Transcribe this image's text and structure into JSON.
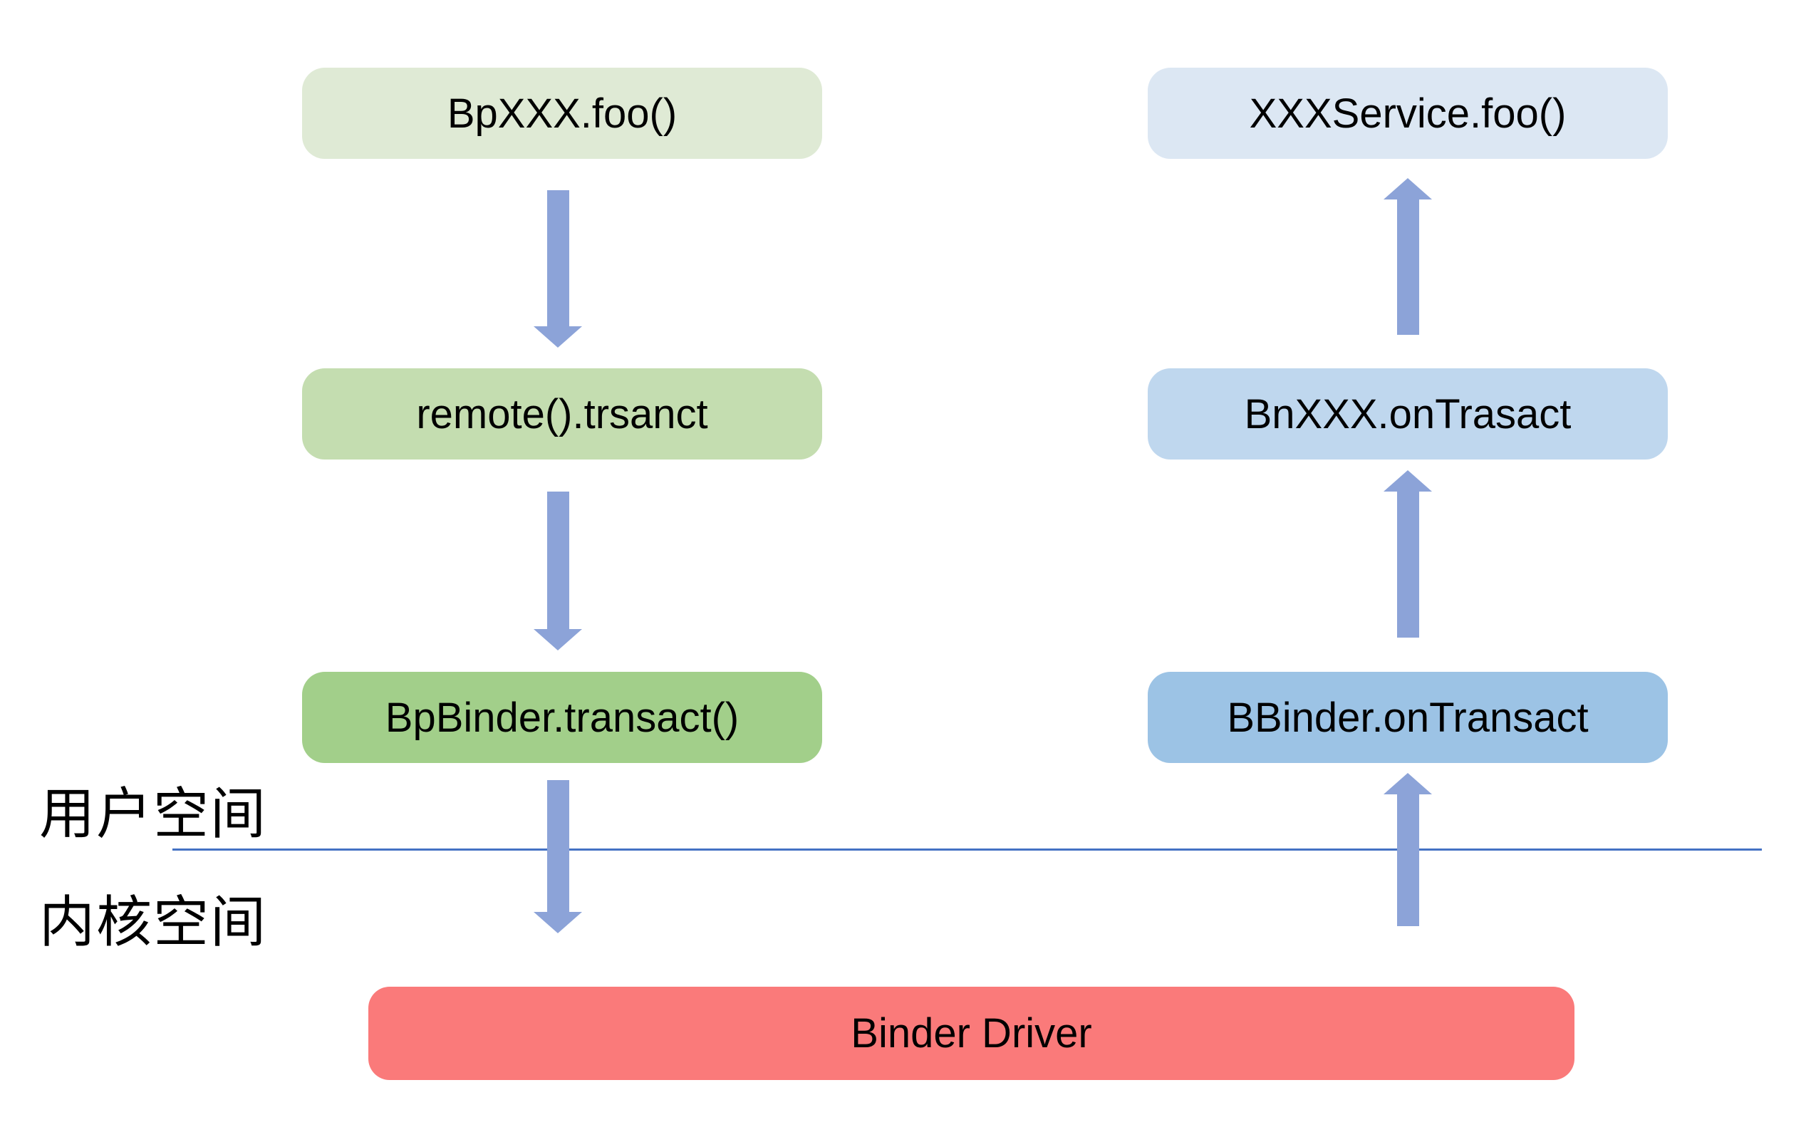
{
  "colors": {
    "arrow": "#8ca3d8",
    "divider": "#4472c4"
  },
  "left_flow": {
    "boxes": [
      {
        "label": "BpXXX.foo()",
        "fill": "#dfead5"
      },
      {
        "label": "remote().trsanct",
        "fill": "#c4ddb0"
      },
      {
        "label": "BpBinder.transact()",
        "fill": "#a2cf8a"
      }
    ]
  },
  "right_flow": {
    "boxes": [
      {
        "label": "XXXService.foo()",
        "fill": "#dce7f3"
      },
      {
        "label": "BnXXX.onTrasact",
        "fill": "#bfd7ee"
      },
      {
        "label": "BBinder.onTransact",
        "fill": "#9cc3e5"
      }
    ]
  },
  "driver": {
    "label": "Binder Driver",
    "fill": "#fa7a7a"
  },
  "space_labels": {
    "user": "用户空间",
    "kernel": "内核空间"
  }
}
